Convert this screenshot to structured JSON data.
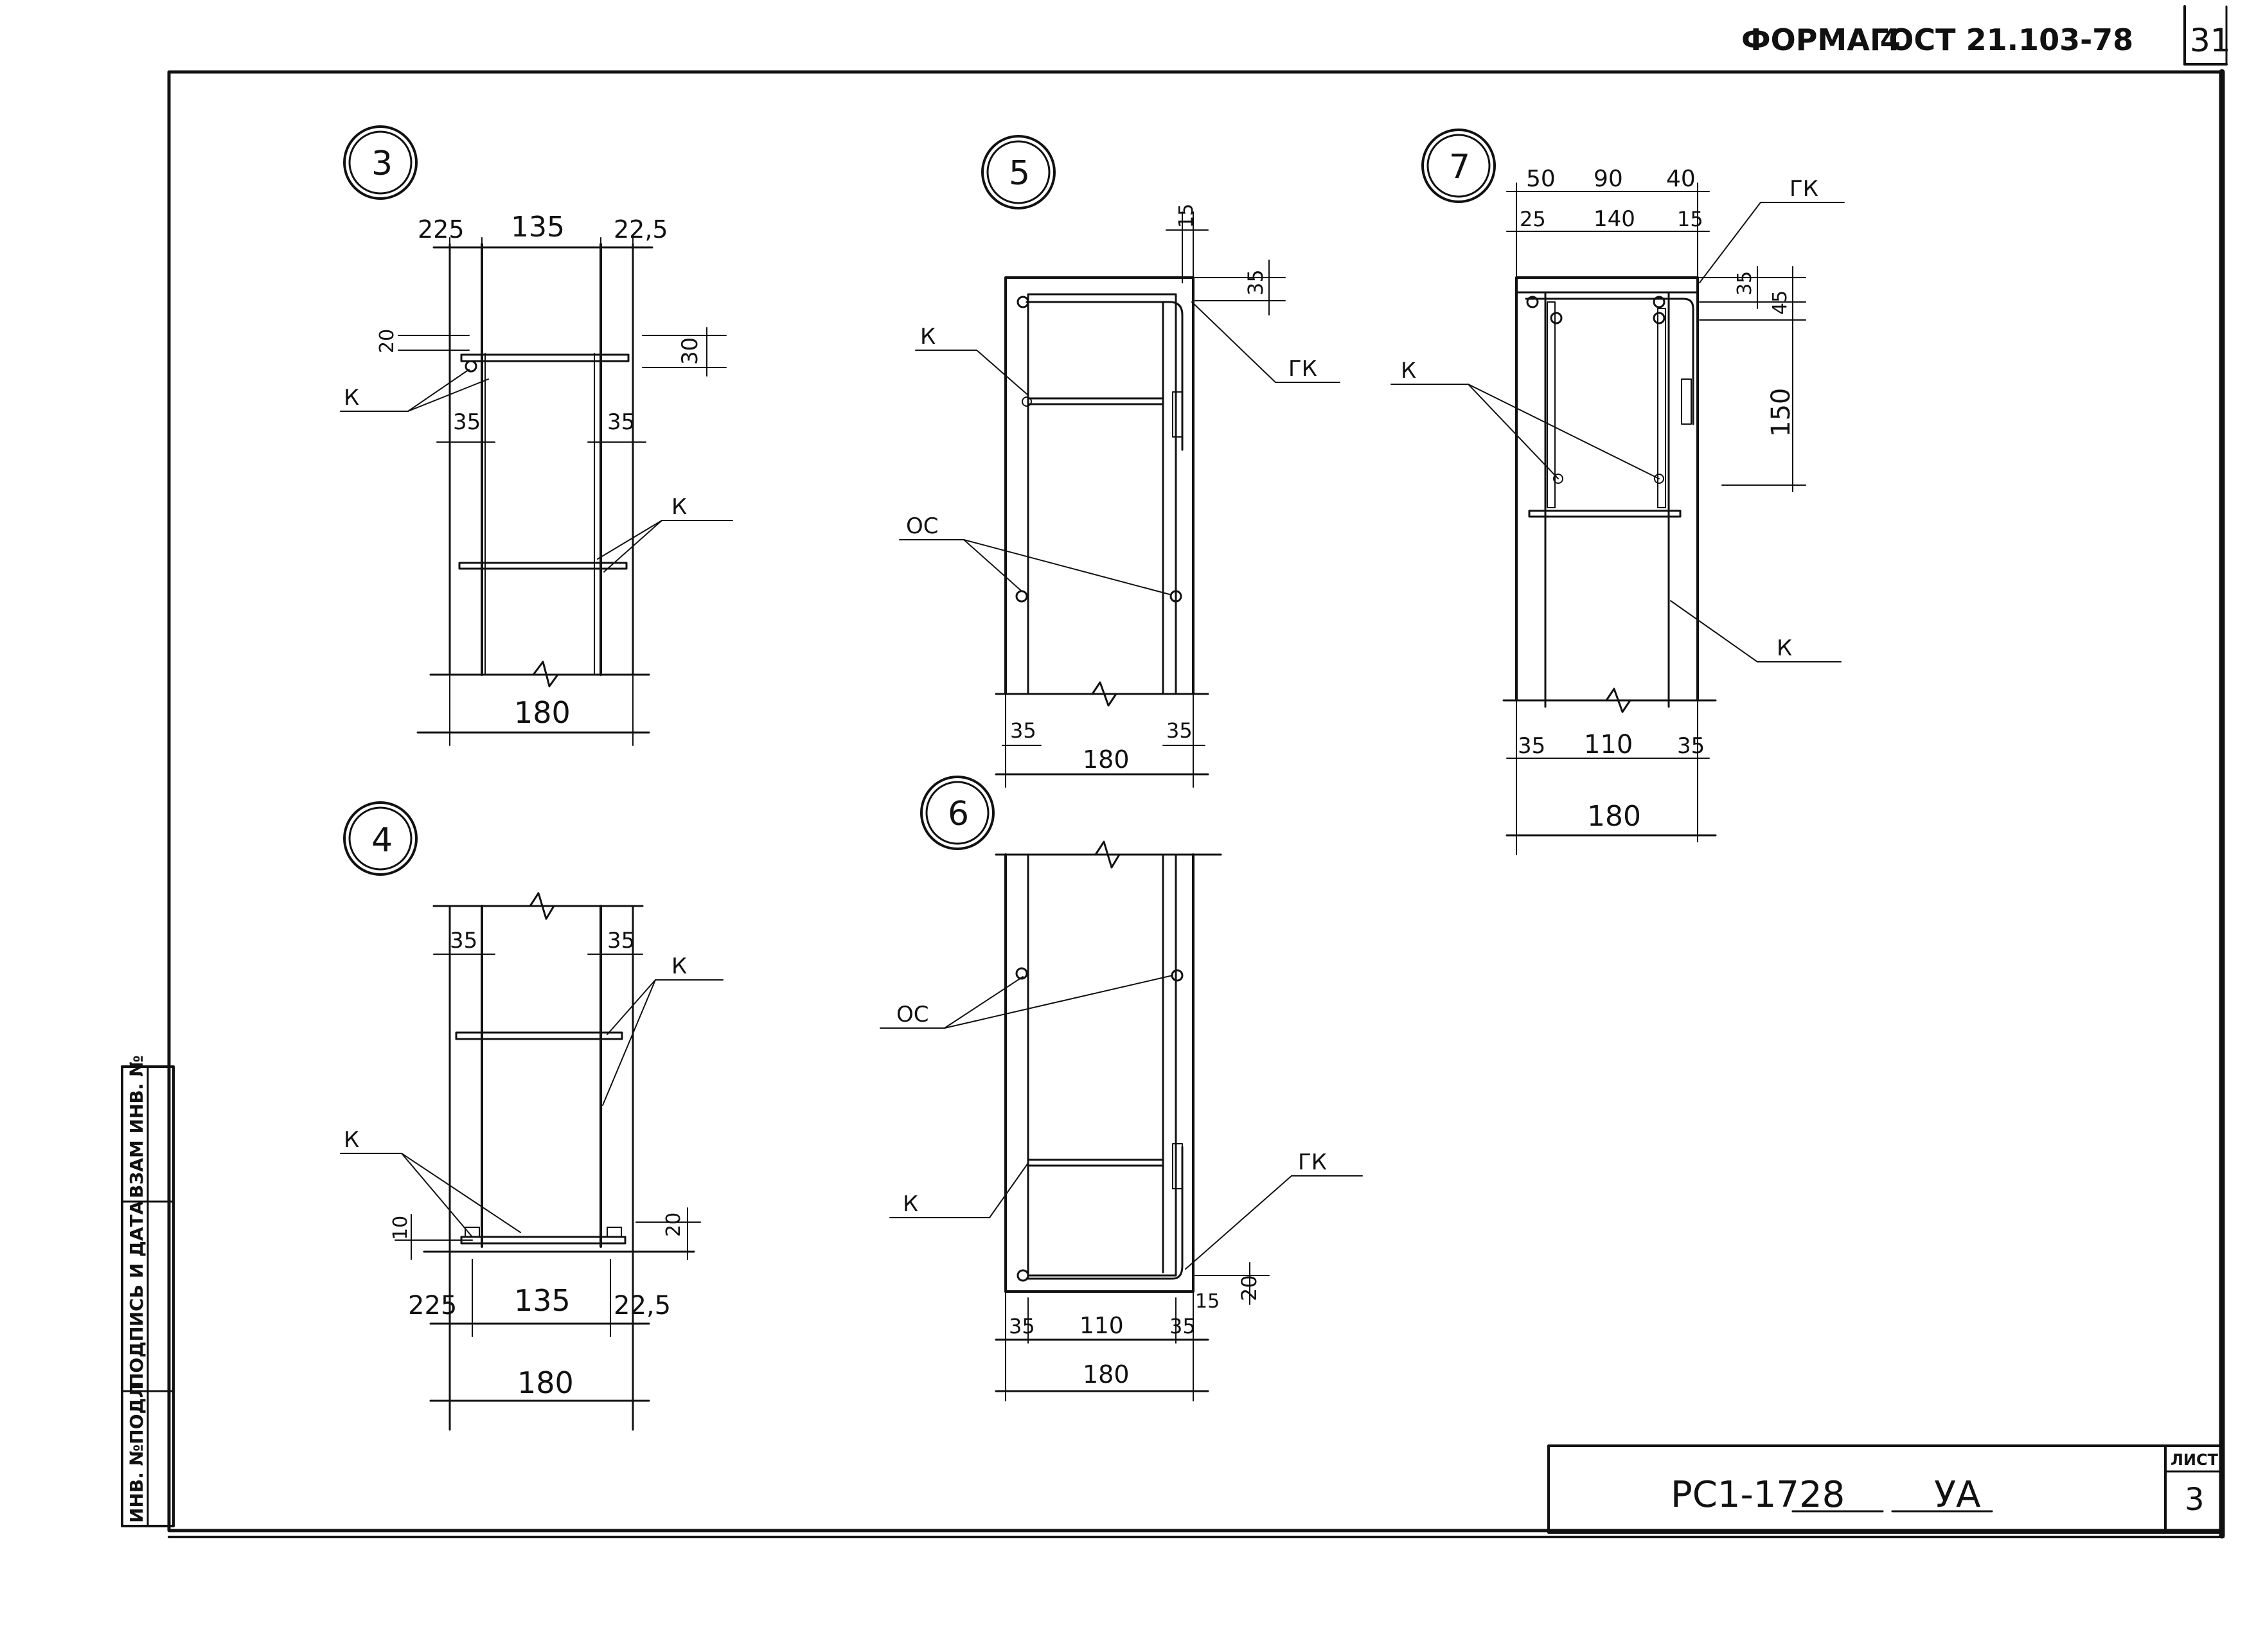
{
  "header": {
    "form": "ФОРМА 4",
    "gost": "ГОСТ 21.103-78",
    "page_number": "31"
  },
  "stamp": {
    "col1": "ИНВ. №ПОДЛ",
    "col2": "ПОДПИСЬ И ДАТА",
    "col3": "ВЗАМ ИНВ. №"
  },
  "title_block": {
    "code": "РС1-1728",
    "suffix": "УА",
    "sheet_label": "ЛИСТ",
    "sheet_number": "3"
  },
  "nodes": {
    "n3": {
      "label": "3",
      "dims": {
        "d225": "225",
        "d135": "135",
        "d225b": "22,5",
        "d20": "20",
        "d30": "30",
        "d35a": "35",
        "d35b": "35",
        "d180": "180"
      },
      "labels": {
        "k1": "К",
        "k2": "К"
      }
    },
    "n4": {
      "label": "4",
      "dims": {
        "d35a": "35",
        "d35b": "35",
        "d10": "10",
        "d20": "20",
        "d225": "225",
        "d135": "135",
        "d225b": "22,5",
        "d180": "180"
      },
      "labels": {
        "k1": "К",
        "k2": "К"
      }
    },
    "n5": {
      "label": "5",
      "dims": {
        "d15": "15",
        "d35": "35",
        "d35a": "35",
        "d35b": "35",
        "d180": "180"
      },
      "labels": {
        "k": "К",
        "gk": "ГК",
        "os": "ОС"
      }
    },
    "n6": {
      "label": "6",
      "dims": {
        "d35a": "35",
        "d110": "110",
        "d35b": "35",
        "d15": "15",
        "d20": "20",
        "d180": "180"
      },
      "labels": {
        "os": "ОС",
        "k": "К",
        "gk": "ГК"
      }
    },
    "n7": {
      "label": "7",
      "dims": {
        "d50": "50",
        "d90": "90",
        "d40": "40",
        "d25": "25",
        "d140": "140",
        "d15": "15",
        "d35": "35",
        "d45": "45",
        "d150": "150",
        "d35a": "35",
        "d110": "110",
        "d35b": "35",
        "d180": "180"
      },
      "labels": {
        "gk": "ГК",
        "k1": "К",
        "k2": "К"
      }
    }
  }
}
